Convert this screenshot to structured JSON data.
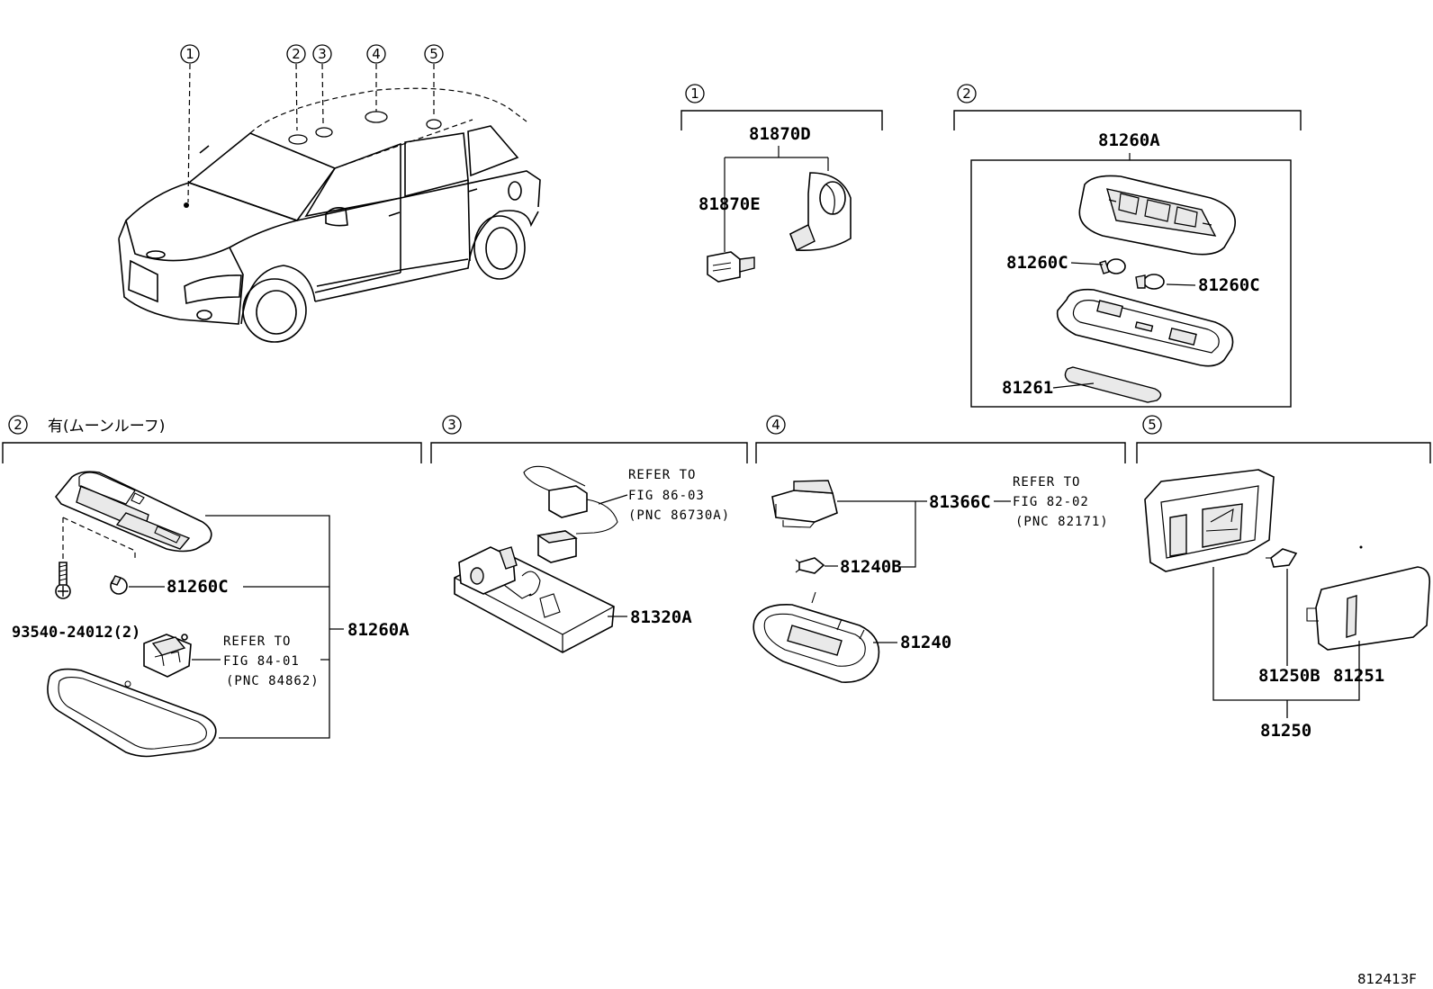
{
  "callouts": [
    "1",
    "2",
    "3",
    "4",
    "5"
  ],
  "sections": {
    "s1": {
      "num": "1",
      "parts": {
        "a": "81870D",
        "b": "81870E"
      }
    },
    "s2": {
      "num": "2",
      "parts": {
        "a": "81260A",
        "c1": "81260C",
        "c2": "81260C",
        "lens": "81261"
      }
    },
    "s2m": {
      "num": "2",
      "title": "有(ムーンルーフ)",
      "parts": {
        "bulb": "81260C",
        "assy": "81260A",
        "screw": "93540-24012(2)"
      },
      "ref": [
        "REFER TO",
        "FIG 84-01",
        "(PNC 84862)"
      ]
    },
    "s3": {
      "num": "3",
      "parts": {
        "lamp": "81320A"
      },
      "ref": [
        "REFER TO",
        "FIG 86-03",
        "(PNC 86730A)"
      ]
    },
    "s4": {
      "num": "4",
      "parts": {
        "socket": "81366C",
        "bulb": "81240B",
        "lamp": "81240"
      },
      "ref": [
        "REFER TO",
        "FIG 82-02",
        "(PNC 82171)"
      ]
    },
    "s5": {
      "num": "5",
      "parts": {
        "bulb": "81250B",
        "lens": "81251",
        "assy": "81250"
      }
    }
  },
  "figure_code": "812413F"
}
